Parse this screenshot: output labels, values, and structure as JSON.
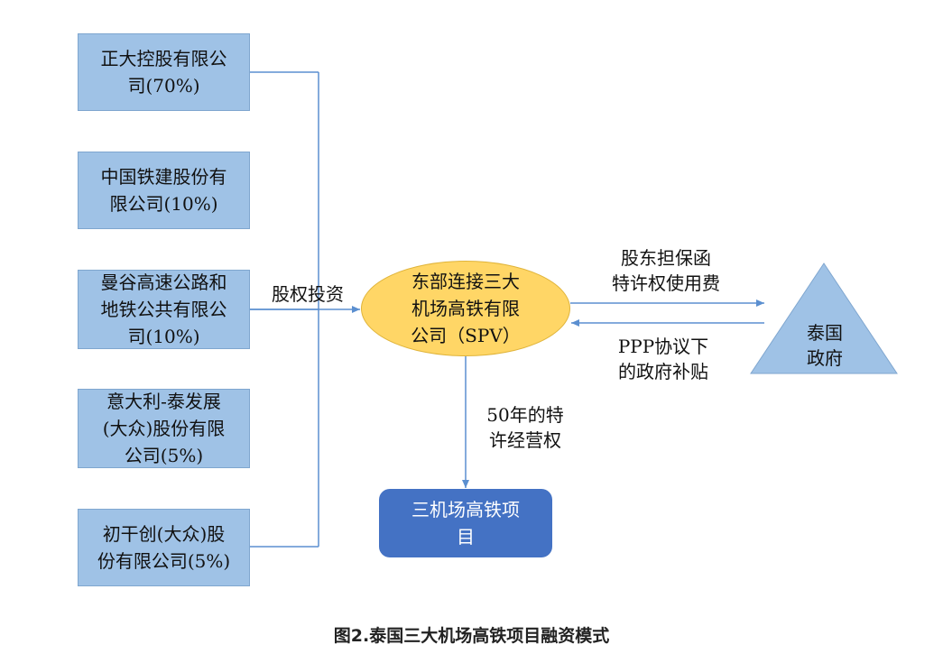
{
  "shareholders": [
    {
      "lines": [
        "正大控股有限公",
        "司(70%)"
      ]
    },
    {
      "lines": [
        "中国铁建股份有",
        "限公司(10%)"
      ]
    },
    {
      "lines": [
        "曼谷高速公路和",
        "地铁公共有限公",
        "司(10%)"
      ]
    },
    {
      "lines": [
        "意大利-泰发展",
        "(大众)股份有限",
        "公司(5%)"
      ]
    },
    {
      "lines": [
        "初干创(大众)股",
        "份有限公司(5%)"
      ]
    }
  ],
  "flow_labels": {
    "equity_investment": "股权投资",
    "to_government": [
      "股东担保函",
      "特许权使用费"
    ],
    "from_government": [
      "PPP协议下",
      "的政府补贴"
    ],
    "concession": [
      "50年的特",
      "许经营权"
    ]
  },
  "spv": {
    "lines": [
      "东部连接三大",
      "机场高铁有限",
      "公司（SPV）"
    ]
  },
  "government": {
    "lines": [
      "泰国",
      "政府"
    ]
  },
  "project": {
    "lines": [
      "三机场高铁项",
      "目"
    ]
  },
  "caption": "图2.泰国三大机场高铁项目融资模式",
  "colors": {
    "shareholder_fill": "#9fc2e6",
    "spv_fill": "#ffd666",
    "government_fill": "#9fc2e6",
    "project_fill": "#4472c4",
    "connector": "#5b8fd0"
  }
}
